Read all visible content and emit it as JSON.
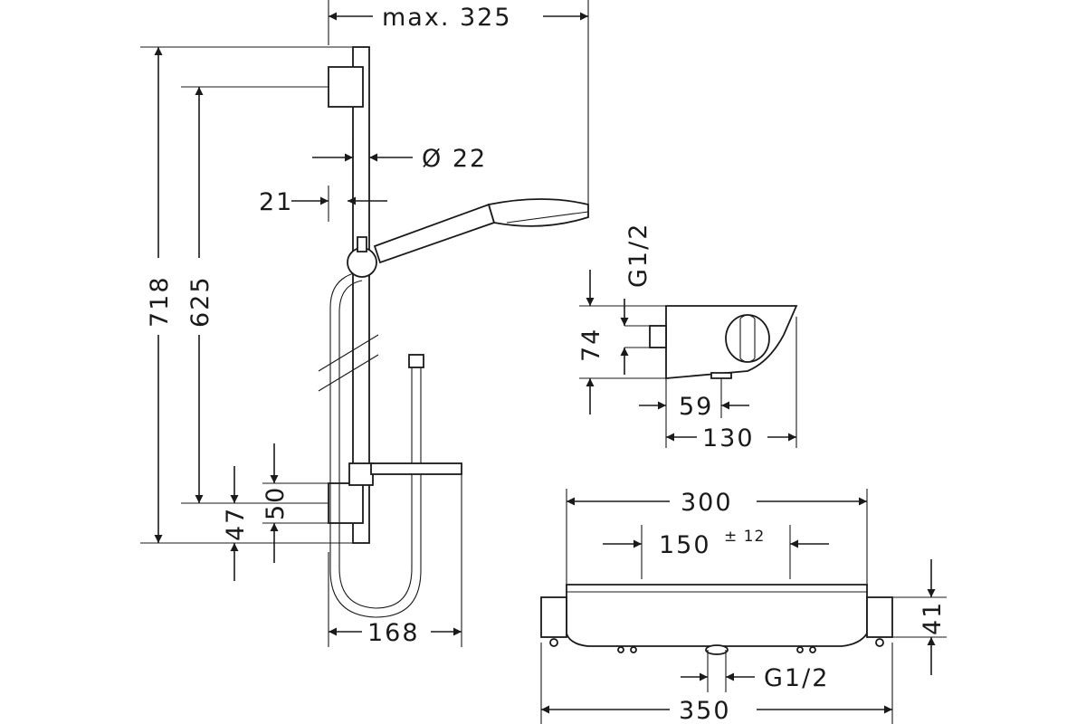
{
  "dimensions": {
    "max_reach": "max. 325",
    "rail_diameter": "Ø 22",
    "rail_offset": "21",
    "total_height": "718",
    "bracket_spacing": "625",
    "bracket_height": "50",
    "bracket_offset": "47",
    "shelf_width": "168",
    "thermostat_connection_side": "G1/2",
    "thermostat_height": "74",
    "thermostat_outlet_depth": "59",
    "thermostat_depth": "130",
    "thermostat_width_inner": "300",
    "connection_spacing": "150",
    "connection_tolerance": "± 12",
    "thermostat_body_height": "41",
    "thermostat_connection_bottom": "G1/2",
    "thermostat_width_total": "350"
  }
}
